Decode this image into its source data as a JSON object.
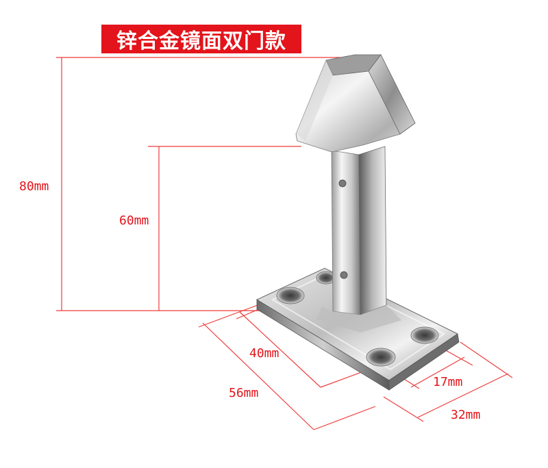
{
  "title": "锌合金镜面双门款",
  "dimensions": {
    "height_total": "80mm",
    "height_stem": "60mm",
    "base_length_inner": "40mm",
    "base_length_outer": "56mm",
    "base_width_inner": "17mm",
    "base_width_outer": "32mm"
  },
  "colors": {
    "accent_red": "#e3141b",
    "dimension_line": "#ee3b3b",
    "metal_light": "#f4f4f4",
    "metal_dark": "#4a4a4a"
  }
}
